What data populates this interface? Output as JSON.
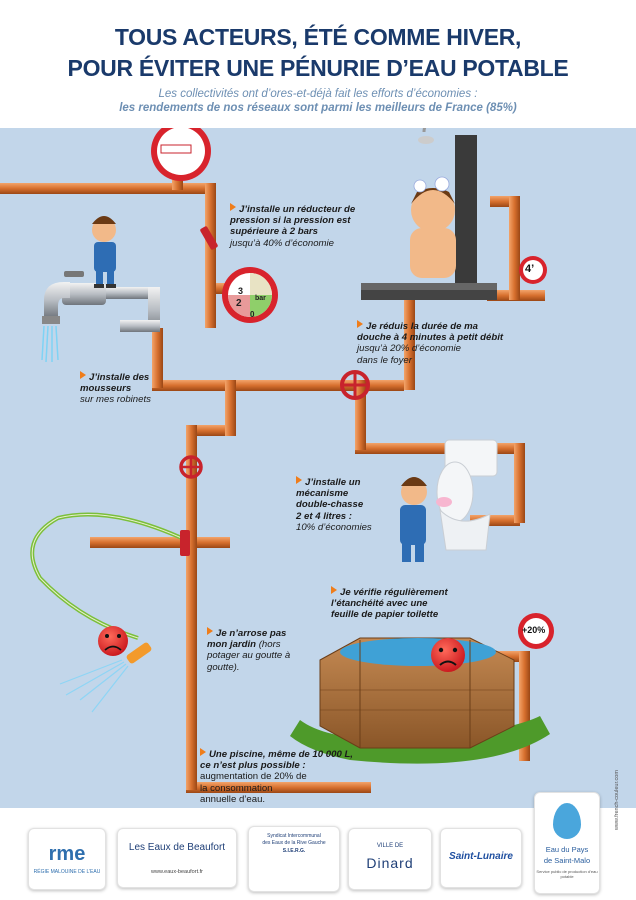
{
  "header": {
    "title_line1": "TOUS ACTEURS, ÉTÉ COMME HIVER,",
    "title_line2": "POUR ÉVITER UNE PÉNURIE D’EAU POTABLE",
    "subtitle_line1": "Les collectivités ont d’ores-et-déjà fait les efforts d’économies :",
    "subtitle_line2": "les rendements de nos réseaux sont parmi les meilleurs de France (85%)"
  },
  "gauges": {
    "pressure_3": "3",
    "pressure_2": "2",
    "pressure_0": "0",
    "pressure_unit": "bar",
    "timer": "4’",
    "pool_meter": "+20%"
  },
  "captions": {
    "reducteur": {
      "line1": "J’installe un réducteur de",
      "line2": "pression si la pression est",
      "line3": "supérieure à 2 bars",
      "line4": "jusqu’à 40% d’économie"
    },
    "mousseurs": {
      "line1": "J’installe des",
      "line2": "mousseurs",
      "line3": "sur mes robinets"
    },
    "douche": {
      "line1": "Je réduis la durée de ma",
      "line2": "douche à 4 minutes à petit débit",
      "line3": "jusqu’à 20% d’économie",
      "line4": "dans le foyer"
    },
    "chasse": {
      "line1": "J’installe un",
      "line2": "mécanisme",
      "line3": "double-chasse",
      "line4": "2 et 4 litres :",
      "line5": "10% d’économies"
    },
    "etancheite": {
      "line1": "Je vérifie régulièrement",
      "line2": "l’étanchéité avec une",
      "line3": "feuille de papier toilette"
    },
    "jardin": {
      "line1": "Je n’arrose pas",
      "line2": "mon jardin",
      "line2b": " (hors",
      "line3": "potager au goutte à",
      "line4": "goutte)."
    },
    "piscine": {
      "line1": "Une piscine, même de 10 000 L,",
      "line2": "ce n’est plus possible :",
      "line3": "augmentation de 20% de",
      "line4": "la consommation",
      "line5": "annuelle d’eau."
    }
  },
  "footer": {
    "rme_name": "rme",
    "rme_sub": "RÉGIE MALOUINE DE L’EAU",
    "beaufort_name": "Les Eaux de Beaufort",
    "beaufort_url": "www.eaux-beaufort.fr",
    "siege_line1": "Syndicat Intercommunal",
    "siege_line2": "des Eaux de la Rive Gauche",
    "siege_line3": "S.I.E.R.G.",
    "dinard_ville": "VILLE DE",
    "dinard_name": "Dinard",
    "saint_lunaire": "Saint-Lunaire",
    "eau_line1": "Eau du Pays",
    "eau_line2": "de Saint-Malo",
    "eau_sub": "Service public de production d’eau potable",
    "credit": "www.french-couleur.com"
  },
  "colors": {
    "title": "#1a3a6b",
    "subtitle": "#6d8fb3",
    "background": "#c2d6ea",
    "pipe": "#d7702e",
    "bullet": "#ef7d1a",
    "valve": "#c8232c"
  },
  "icons": [
    "faucet-icon",
    "shower-icon",
    "toilet-icon",
    "pool-icon",
    "sad-face-icon",
    "valve-icon",
    "gauge-icon",
    "hose-icon"
  ]
}
